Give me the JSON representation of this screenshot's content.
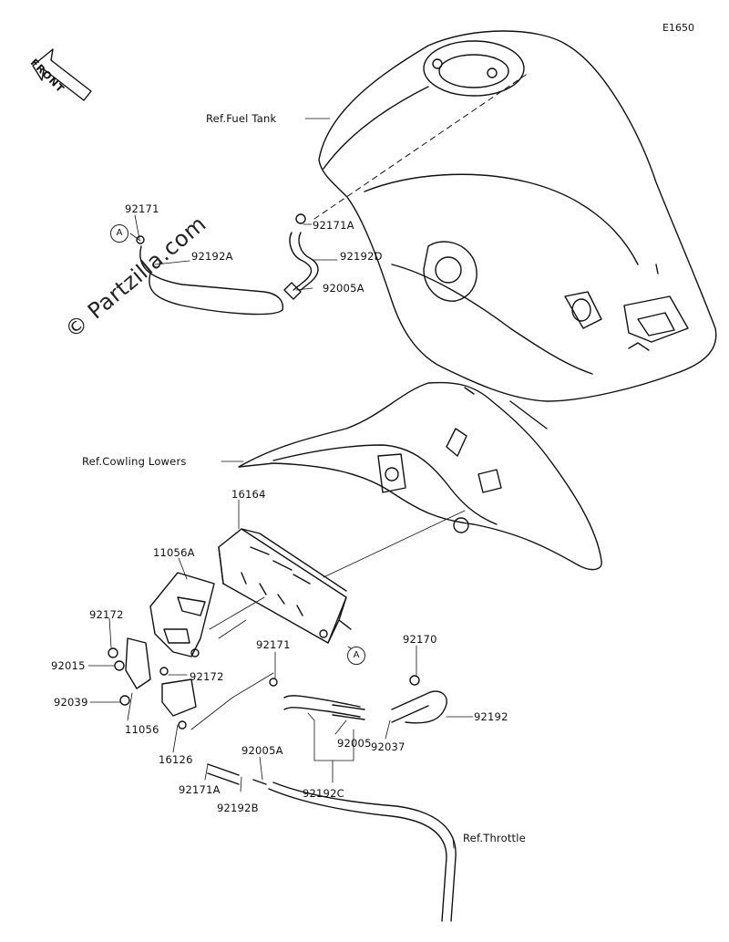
{
  "diagram_code": "E1650",
  "watermark": "© Partzilla.com",
  "front_label": "FRONT",
  "callout_marker": "A",
  "references": {
    "fuel_tank": "Ref.Fuel Tank",
    "cowling_lowers": "Ref.Cowling Lowers",
    "throttle": "Ref.Throttle"
  },
  "parts": {
    "p92171_top": "92171",
    "p92171A_top": "92171A",
    "p92192A": "92192A",
    "p92192D": "92192D",
    "p92005A_top": "92005A",
    "p16164": "16164",
    "p11056A": "11056A",
    "p92172_a": "92172",
    "p92015": "92015",
    "p92172_b": "92172",
    "p92039": "92039",
    "p11056": "11056",
    "p16126": "16126",
    "p92171_mid": "92171",
    "p92170": "92170",
    "p92192": "92192",
    "p92037": "92037",
    "p92005": "92005",
    "p92005A_bottom": "92005A",
    "p92192C": "92192C",
    "p92171A_bottom": "92171A",
    "p92192B": "92192B"
  }
}
